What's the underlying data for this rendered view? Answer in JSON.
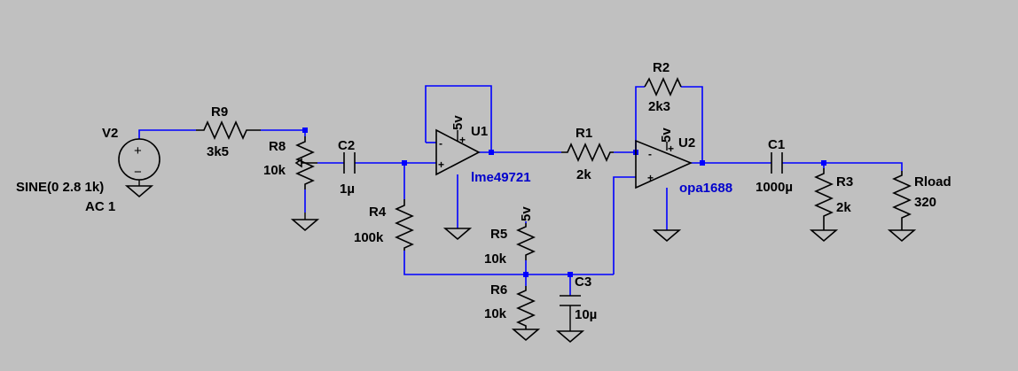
{
  "source": {
    "name": "V2",
    "line1": "SINE(0 2.8 1k)",
    "line2": "AC 1"
  },
  "resistors": {
    "r9": {
      "name": "R9",
      "value": "3k5"
    },
    "r8": {
      "name": "R8",
      "value": "10k"
    },
    "r4": {
      "name": "R4",
      "value": "100k"
    },
    "r5": {
      "name": "R5",
      "value": "10k"
    },
    "r6": {
      "name": "R6",
      "value": "10k"
    },
    "r1": {
      "name": "R1",
      "value": "2k"
    },
    "r2": {
      "name": "R2",
      "value": "2k3"
    },
    "r3": {
      "name": "R3",
      "value": "2k"
    },
    "rload": {
      "name": "Rload",
      "value": "320"
    }
  },
  "capacitors": {
    "c2": {
      "name": "C2",
      "value": "1µ"
    },
    "c3": {
      "name": "C3",
      "value": "10µ"
    },
    "c1": {
      "name": "C1",
      "value": "1000µ"
    }
  },
  "opamps": {
    "u1": {
      "name": "U1",
      "model": "lme49721",
      "supply": "5v"
    },
    "u2": {
      "name": "U2",
      "model": "opa1688",
      "supply": "5v"
    }
  },
  "supply_labels": {
    "r5_top": "5v"
  },
  "symbols": {
    "plus": "+",
    "minus": "−",
    "plus_pin": "+",
    "minus_pin": "-"
  }
}
